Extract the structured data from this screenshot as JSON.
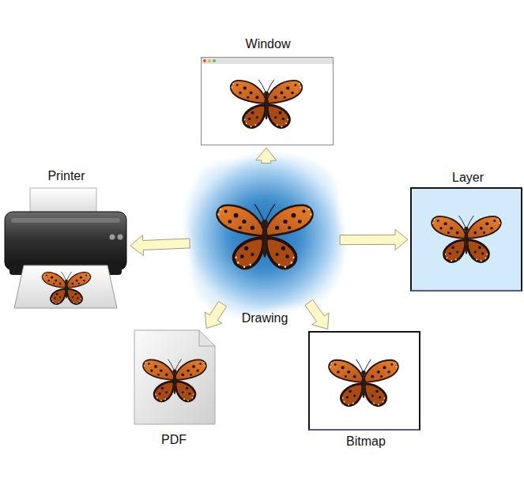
{
  "diagram": {
    "nodes": [
      {
        "text": [
          "Window"
        ]
      },
      {
        "text": [
          "Printer"
        ]
      },
      {
        "text": [
          "Drawing"
        ]
      },
      {
        "text": [
          "Layer"
        ]
      },
      {
        "text": [
          "PDF"
        ]
      },
      {
        "text": [
          "Bitmap"
        ]
      }
    ],
    "edges": [
      {
        "from": 2,
        "to": 0,
        "arrow": "to"
      },
      {
        "from": 2,
        "to": 1,
        "arrow": "to"
      },
      {
        "from": 2,
        "to": 3,
        "arrow": "to"
      },
      {
        "from": 2,
        "to": 4,
        "arrow": "to"
      },
      {
        "from": 2,
        "to": 5,
        "arrow": "to"
      }
    ]
  }
}
